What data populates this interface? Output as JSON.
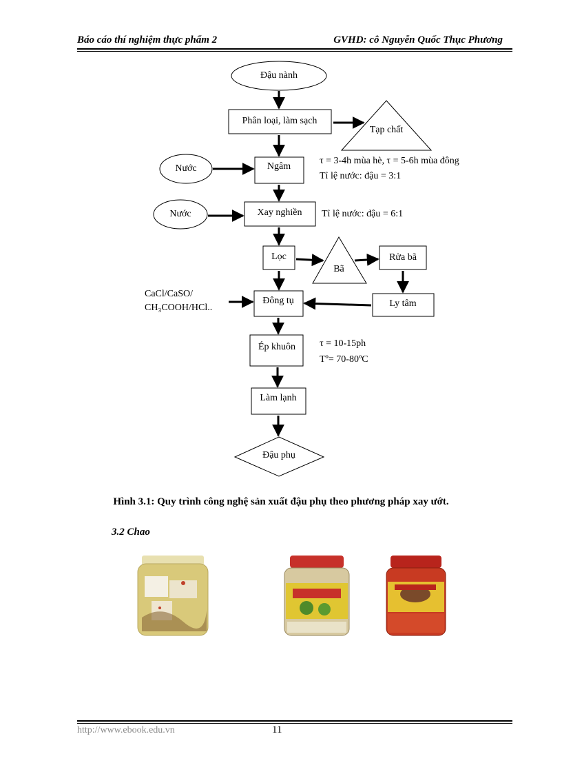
{
  "header": {
    "left": "Báo cáo thí nghiệm thực phẩm 2",
    "right": "GVHD: cô Nguyễn Quốc Thục Phương"
  },
  "flow": {
    "start": "Đậu nành",
    "step1": "Phân loại, làm sạch",
    "impurity": "Tạp chất",
    "step2": "Ngâm",
    "water1": "Nước",
    "step3": "Xay nghiền",
    "water2": "Nước",
    "step4": "Lọc",
    "residue": "Bã",
    "wash": "Rửa bã",
    "centrifuge": "Ly tâm",
    "step5": "Đông tụ",
    "step6": "Ép khuôn",
    "step7": "Làm lạnh",
    "end": "Đậu phụ"
  },
  "notes": {
    "soak_time": "τ = 3-4h mùa hè, τ = 5-6h mùa  đông",
    "soak_ratio": "Tỉ lệ nước: đậu = 3:1",
    "grind_ratio": "Tỉ lệ nước:  đậu = 6:1",
    "coagulant_line1": "CaCl/CaSO/",
    "coagulant_line2": "CH₃COOH/HCl..",
    "press_time": "τ = 10-15ph",
    "press_temp": "Tº= 70-80ºC"
  },
  "caption": "Hình 3.1: Quy trình  công nghệ sản xuất đậu phụ  theo phương pháp  xay ướt.",
  "section_title": "3.2  Chao",
  "footer": {
    "url": "http://www.ebook.edu.vn",
    "page": "11"
  }
}
